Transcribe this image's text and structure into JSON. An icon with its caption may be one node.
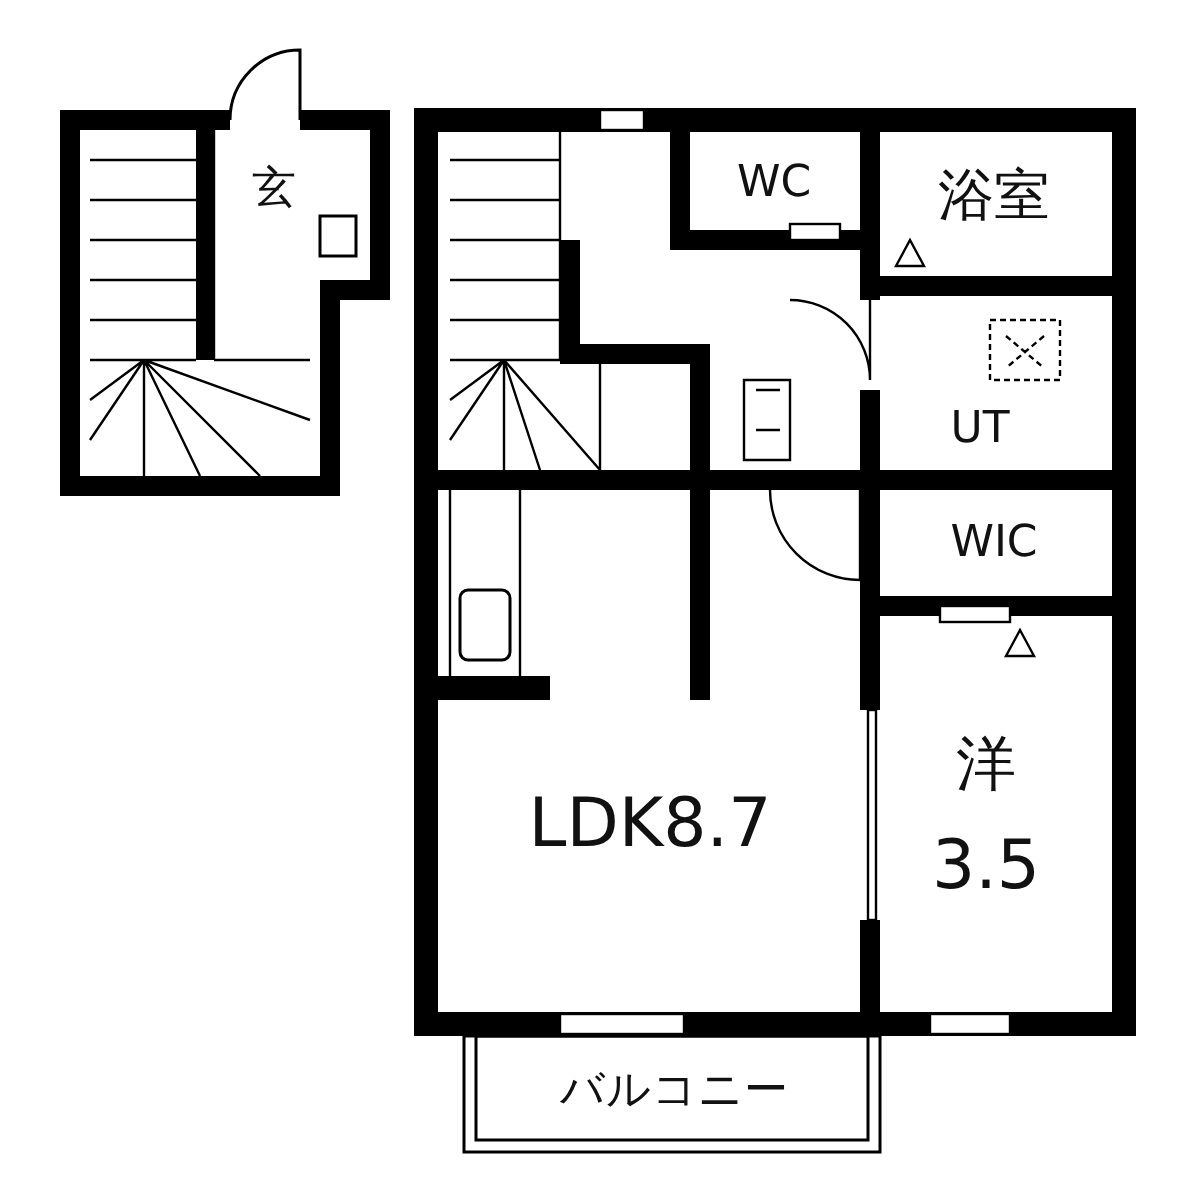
{
  "diagram": {
    "labels": [
      "玄",
      "WC",
      "浴室",
      "UT",
      "WIC",
      "LDK8.7",
      "洋",
      "3.5",
      "バルコニー"
    ]
  }
}
